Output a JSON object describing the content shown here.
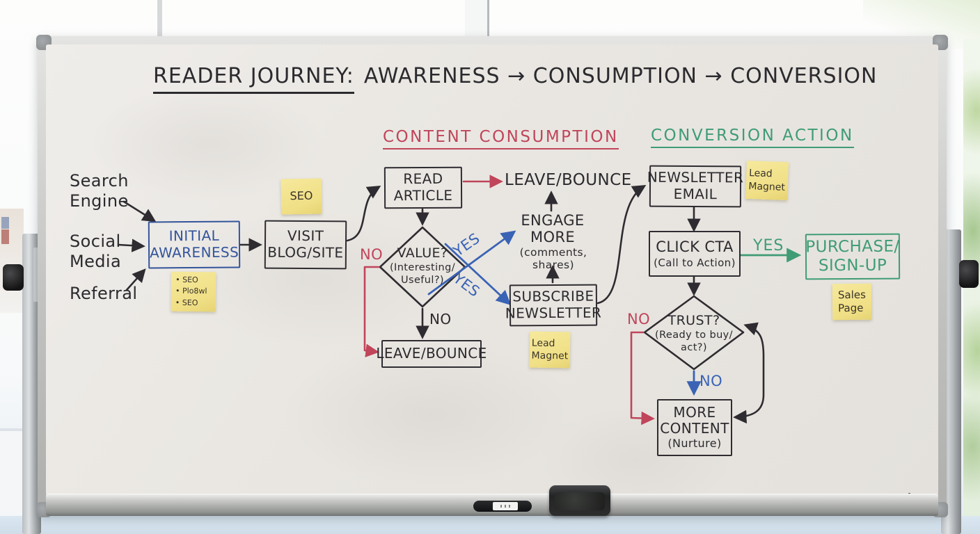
{
  "title": {
    "lead": "READER JOURNEY:",
    "rest": "AWARENESS → CONSUMPTION → CONVERSION"
  },
  "sections": {
    "content_consumption": "CONTENT CONSUMPTION",
    "conversion_action": "CONVERSION ACTION"
  },
  "sources": {
    "search_engine": "Search\nEngine",
    "social_media": "Social\nMedia",
    "referral": "Referral"
  },
  "nodes": {
    "initial_awareness": "INITIAL\nAWARENESS",
    "visit_blog": "VISIT\nBLOG/SITE",
    "read_article": "READ\nARTICLE",
    "leave_bounce_top": "LEAVE/BOUNCE",
    "value_question": "VALUE?",
    "value_question_sub": "(Interesting/\nUseful?)",
    "leave_bounce_bottom": "LEAVE/BOUNCE",
    "engage_more": "ENGAGE\nMORE",
    "engage_more_sub": "(comments, shares)",
    "subscribe_newsletter": "SUBSCRIBE\nNEWSLETTER",
    "newsletter_email": "NEWSLETTER\nEMAIL",
    "click_cta": "CLICK CTA",
    "click_cta_sub": "(Call to Action)",
    "purchase_signup": "PURCHASE/\nSIGN-UP",
    "trust_question": "TRUST?",
    "trust_question_sub": "(Ready to buy/\nact?)",
    "more_content": "MORE\nCONTENT",
    "more_content_sub": "(Nurture)"
  },
  "edge_labels": {
    "value_yes_engage": "YES",
    "value_yes_subscribe": "YES",
    "value_no_left": "NO",
    "value_no_down": "NO",
    "cta_yes": "YES",
    "trust_no_left": "NO",
    "trust_no_down": "NO"
  },
  "stickies": {
    "seo_tactics": "• SEO\n• Plo8wl\n• SEO",
    "seo": "SEO",
    "lead_magnet_subscribe": "Lead\nMagnet",
    "lead_magnet_newsletter": "Lead\nMagnet",
    "sales_page": "Sales\nPage"
  },
  "colors": {
    "ink": "#2b2a2e",
    "blue": "#3a63b5",
    "red": "#c0455a",
    "green": "#3f9c74",
    "sticky_yellow": "#f2e38f",
    "awareness_blue": "#33549b"
  }
}
